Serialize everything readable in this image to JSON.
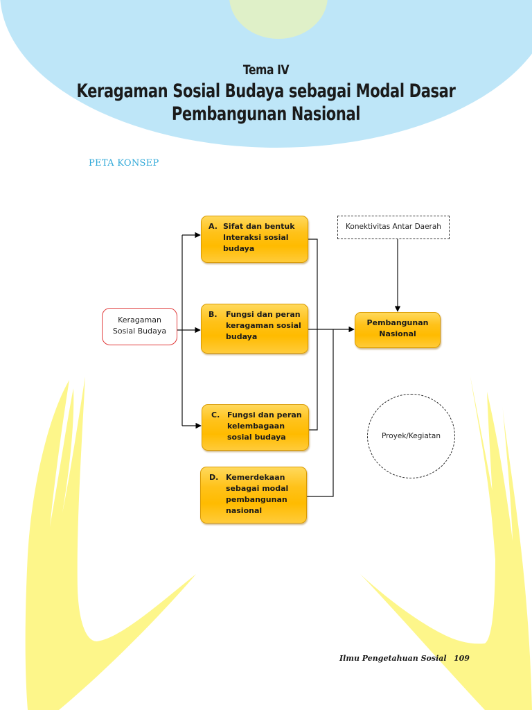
{
  "colors": {
    "header_blue": "#BEE6F8",
    "header_green": "#DFF0C8",
    "decor_yellow": "#FDF68A",
    "box_orange": "#FFBB00",
    "start_border_red": "#E03A3A",
    "section_label_blue": "#2FA8D8"
  },
  "header": {
    "theme_label": "Tema IV",
    "title_line1": "Keragaman Sosial Budaya sebagai Modal Dasar",
    "title_line2": "Pembangunan Nasional"
  },
  "section_label": "PETA KONSEP",
  "concept_map": {
    "start_node": {
      "label": "Keragaman\nSosial Budaya"
    },
    "topic_nodes": [
      {
        "letter": "A.",
        "label": "Sifat dan bentuk\nInteraksi sosial\nbudaya"
      },
      {
        "letter": "B.",
        "label": "Fungsi dan peran\nkeragaman sosial\nbudaya"
      },
      {
        "letter": "C.",
        "label": "Fungsi dan peran\nkelembagaan\nsosial budaya"
      },
      {
        "letter": "D.",
        "label": "Kemerdekaan\nsebagai modal\npembangunan\nnasional"
      }
    ],
    "goal_node": {
      "label": "Pembangunan\nNasional"
    },
    "connectivity_node": {
      "label": "Konektivitas Antar Daerah"
    },
    "project_node": {
      "label": "Proyek/Kegiatan"
    },
    "edges": [
      {
        "from": "Keragaman Sosial Budaya",
        "to": "A"
      },
      {
        "from": "Keragaman Sosial Budaya",
        "to": "B"
      },
      {
        "from": "Keragaman Sosial Budaya",
        "to": "C"
      },
      {
        "from": "A",
        "to": "Pembangunan Nasional"
      },
      {
        "from": "B",
        "to": "Pembangunan Nasional"
      },
      {
        "from": "C",
        "to": "Pembangunan Nasional"
      },
      {
        "from": "D",
        "to": "Pembangunan Nasional"
      },
      {
        "from": "Konektivitas Antar Daerah",
        "to": "Pembangunan Nasional"
      }
    ]
  },
  "footer": {
    "subject": "Ilmu Pengetahuan Sosial",
    "page_number": "109"
  }
}
